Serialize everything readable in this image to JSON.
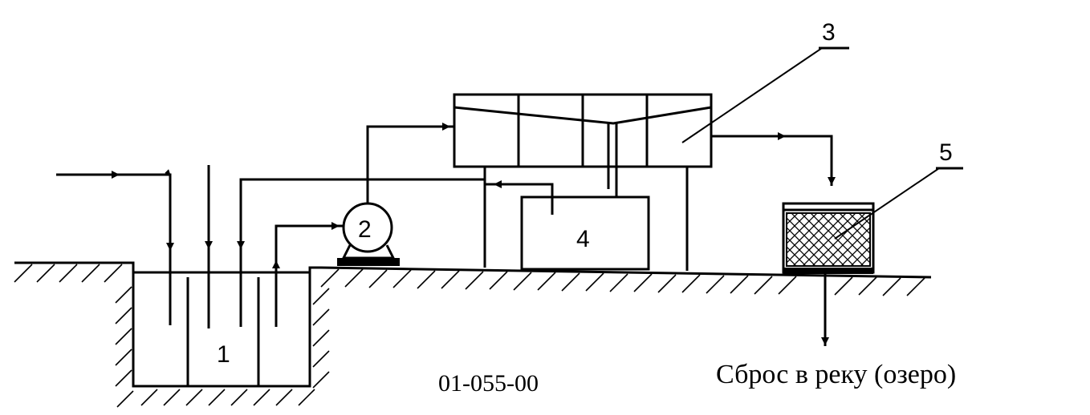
{
  "labels": {
    "tank": "1",
    "pump": "2",
    "separator": "3",
    "block": "4",
    "filter": "5"
  },
  "code": "01-055-00",
  "caption": "Сброс в реку (озеро)"
}
